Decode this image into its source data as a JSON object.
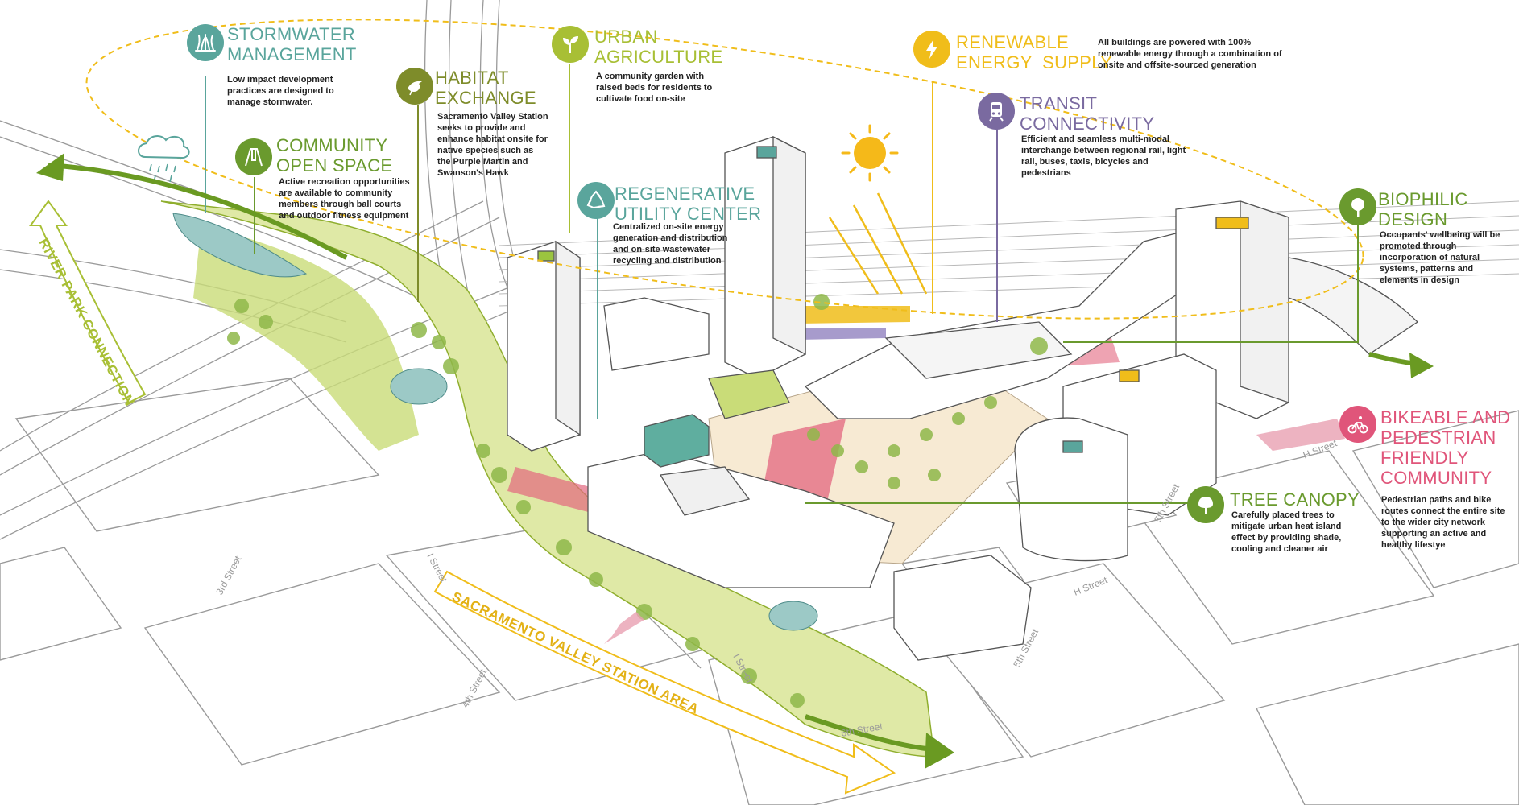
{
  "colors": {
    "teal": "#5aa59c",
    "green": "#6a9a2e",
    "olive": "#7e8c2a",
    "lime": "#a8bf35",
    "yellow": "#f0bd1a",
    "purple": "#7a6aa0",
    "pink": "#e0557a",
    "arrow_green": "#6a9a22"
  },
  "callouts": [
    {
      "id": "stormwater",
      "icon": "grass-icon",
      "color": "#5aa59c",
      "title": "STORMWATER\nMANAGEMENT",
      "desc": "Low impact development practices are designed to manage stormwater."
    },
    {
      "id": "habitat",
      "icon": "bird-icon",
      "color": "#7e8c2a",
      "title": "HABITAT\nEXCHANGE",
      "desc": "Sacramento Valley Station seeks to provide and enhance habitat onsite for native species such as the Purple Martin and Swanson's Hawk"
    },
    {
      "id": "open_space",
      "icon": "swing-icon",
      "color": "#6a9a2e",
      "title": "COMMUNITY\nOPEN SPACE",
      "desc": "Active recreation opportunities are available to community members through ball courts and outdoor fitness equipment"
    },
    {
      "id": "agriculture",
      "icon": "sprout-icon",
      "color": "#a8bf35",
      "title": "URBAN\nAGRICULTURE",
      "desc": "A community garden with raised beds for residents to cultivate food on-site"
    },
    {
      "id": "utility",
      "icon": "recycle-icon",
      "color": "#5aa59c",
      "title": "REGENERATIVE\nUTILITY CENTER",
      "desc": "Centralized on-site energy generation and distribution and on-site wastewater recycling and distribution"
    },
    {
      "id": "energy",
      "icon": "lightning-icon",
      "color": "#f0bd1a",
      "title": "RENEWABLE\nENERGY  SUPPLY",
      "desc": "All buildings are powered with 100% renewable energy through a combination of onsite and offsite-sourced generation"
    },
    {
      "id": "transit",
      "icon": "train-icon",
      "color": "#7a6aa0",
      "title": "TRANSIT\nCONNECTIVITY",
      "desc": "Efficient and seamless multi-modal interchange between regional rail, light rail, buses, taxis, bicycles and pedestrians"
    },
    {
      "id": "biophilic",
      "icon": "tree-icon",
      "color": "#6a9a2e",
      "title": "BIOPHILIC\nDESIGN",
      "desc": "Occupants' wellbeing will be promoted through incorporation of natural systems, patterns and elements in design"
    },
    {
      "id": "bikeable",
      "icon": "bike-icon",
      "color": "#e0557a",
      "title": "BIKEABLE AND\nPEDESTRIAN\nFRIENDLY\nCOMMUNITY",
      "desc": "Pedestrian paths and bike routes connect the entire site to the wider city network supporting an active and healthy lifestye"
    },
    {
      "id": "canopy",
      "icon": "tree-canopy-icon",
      "color": "#6a9a2e",
      "title": "TREE CANOPY",
      "desc": "Carefully placed trees to mitigate urban heat island effect by providing shade, cooling and cleaner air"
    }
  ],
  "banners": {
    "river": "RIVER PARK CONNECTION",
    "station": "SACRAMENTO VALLEY STATION AREA"
  },
  "streets": {
    "third": "3rd Street",
    "fourth": "4th Street",
    "fifth": "5th Street",
    "fifth_b": "5th Street",
    "i_street_a": "I Street",
    "i_street_b": "I Street",
    "h_street_a": "H Street",
    "h_street_b": "H Street",
    "sixth": "6th Street"
  }
}
